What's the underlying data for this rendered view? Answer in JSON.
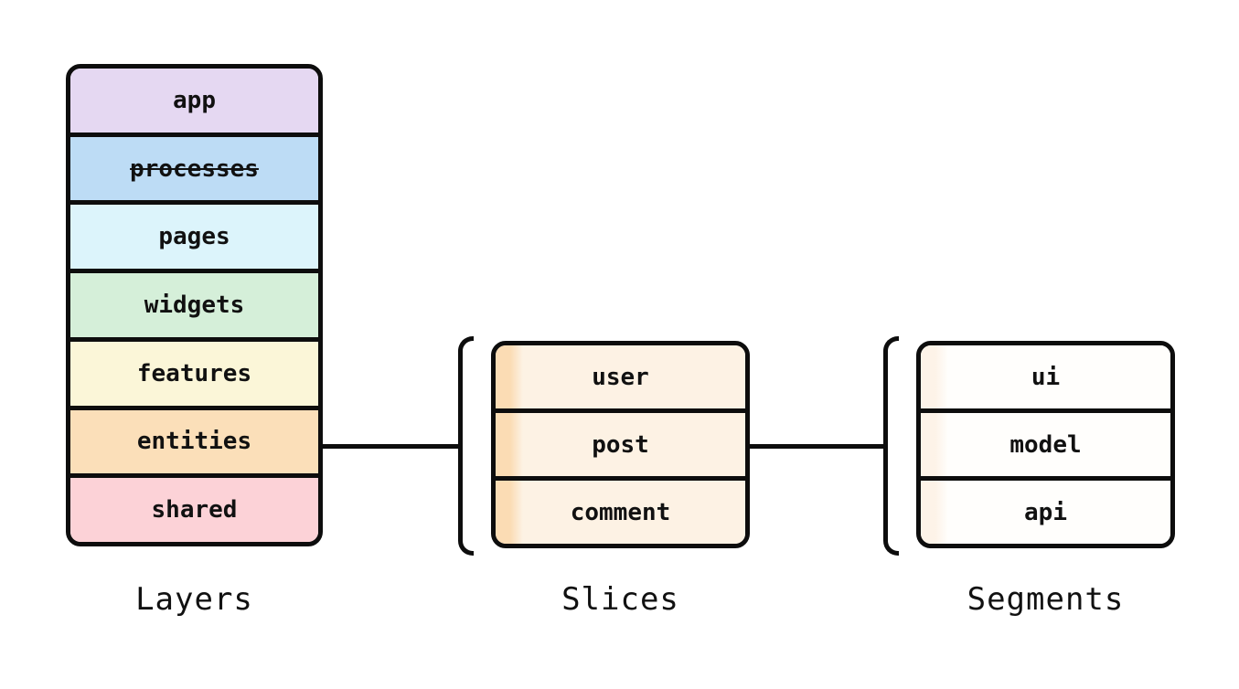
{
  "colors": {
    "border": "#0d0d0d",
    "background": "#ffffff",
    "text": "#111111"
  },
  "layers": {
    "caption": "Layers",
    "items": [
      {
        "label": "app",
        "color": "#e5d8f2"
      },
      {
        "label": "processes",
        "color": "#bddcf5",
        "decoration": "line-through"
      },
      {
        "label": "pages",
        "color": "#dcf4fb"
      },
      {
        "label": "widgets",
        "color": "#d5efd9"
      },
      {
        "label": "features",
        "color": "#fbf6d8"
      },
      {
        "label": "entities",
        "color": "#fbdfb9"
      },
      {
        "label": "shared",
        "color": "#fcd2d7"
      }
    ]
  },
  "slices": {
    "caption": "Slices",
    "stripe_color": "#fbdcb4",
    "fill_color": "#fdf2e4",
    "items": [
      {
        "label": "user"
      },
      {
        "label": "post"
      },
      {
        "label": "comment"
      }
    ]
  },
  "segments": {
    "caption": "Segments",
    "stripe_color": "#fdf3e8",
    "fill_color": "#fffefc",
    "items": [
      {
        "label": "ui"
      },
      {
        "label": "model"
      },
      {
        "label": "api"
      }
    ]
  }
}
